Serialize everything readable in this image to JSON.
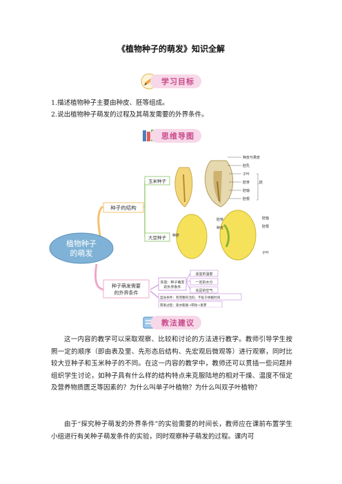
{
  "title": "《植物种子的萌发》知识全解",
  "sections": {
    "goals_label": "学习目标",
    "mindmap_label": "思维导图",
    "advice_label": "教法建议"
  },
  "goals": [
    "1.描述植物种子主要由种皮、胚等组成。",
    "2.说出植物种子萌发的过程及其萌发需要的外界条件。"
  ],
  "mindmap": {
    "center": [
      "植物种子",
      "的萌发"
    ],
    "branch_structure": "种子的结构",
    "node_corn": "玉米种子",
    "node_bean": "大豆种子",
    "branch_conditions": [
      "种子萌发需要",
      "的外界条件"
    ],
    "cond_group": [
      "实验：种子萌发",
      "的外界条件"
    ],
    "cond_items": [
      "适宜的温度",
      "一定的水分",
      "充足的空气"
    ],
    "cond_self": "自身条件：有完整的活的、不处于休眠时间",
    "cond_process": "萌发过程：吸水膨胀→萌动→发芽",
    "corn_labels": [
      "种皮与果皮",
      "胚乳",
      "子叶",
      "胚芽",
      "胚轴",
      "胚根"
    ],
    "corn_group_label": "胚",
    "bean_labels_left": [
      "胚芽",
      "种皮",
      "种脐"
    ],
    "bean_labels_right": [
      "胚轴",
      "胚根",
      "子叶"
    ]
  },
  "advice": [
    "这一内容的教学可以采取观察、比较和讨论的方法进行教学。教师引导学生按照一定的顺序（即由表及里、先形态后结构、先宏观后微观等）进行观察，同时比较大豆种子和玉米种子的不同。在这一内容的教学中，教师还可以贯插一些问题并组织学生讨论，如种子具有什么样的结构特点来克服陆地的相对干燥、温度不恒定及营养物质匮乏等因素的？为什么叫单子叶植物？为什么叫双子叶植物？",
    "由于“探究种子萌发的外界条件”的实验需要的时间长，教师应在课前布置学生小组进行有关种子萌发条件的实验，同时观察种子萌发的过程。课内可"
  ],
  "colors": {
    "accent": "#c84a8a",
    "badge_bg": "#f7d8e8"
  }
}
